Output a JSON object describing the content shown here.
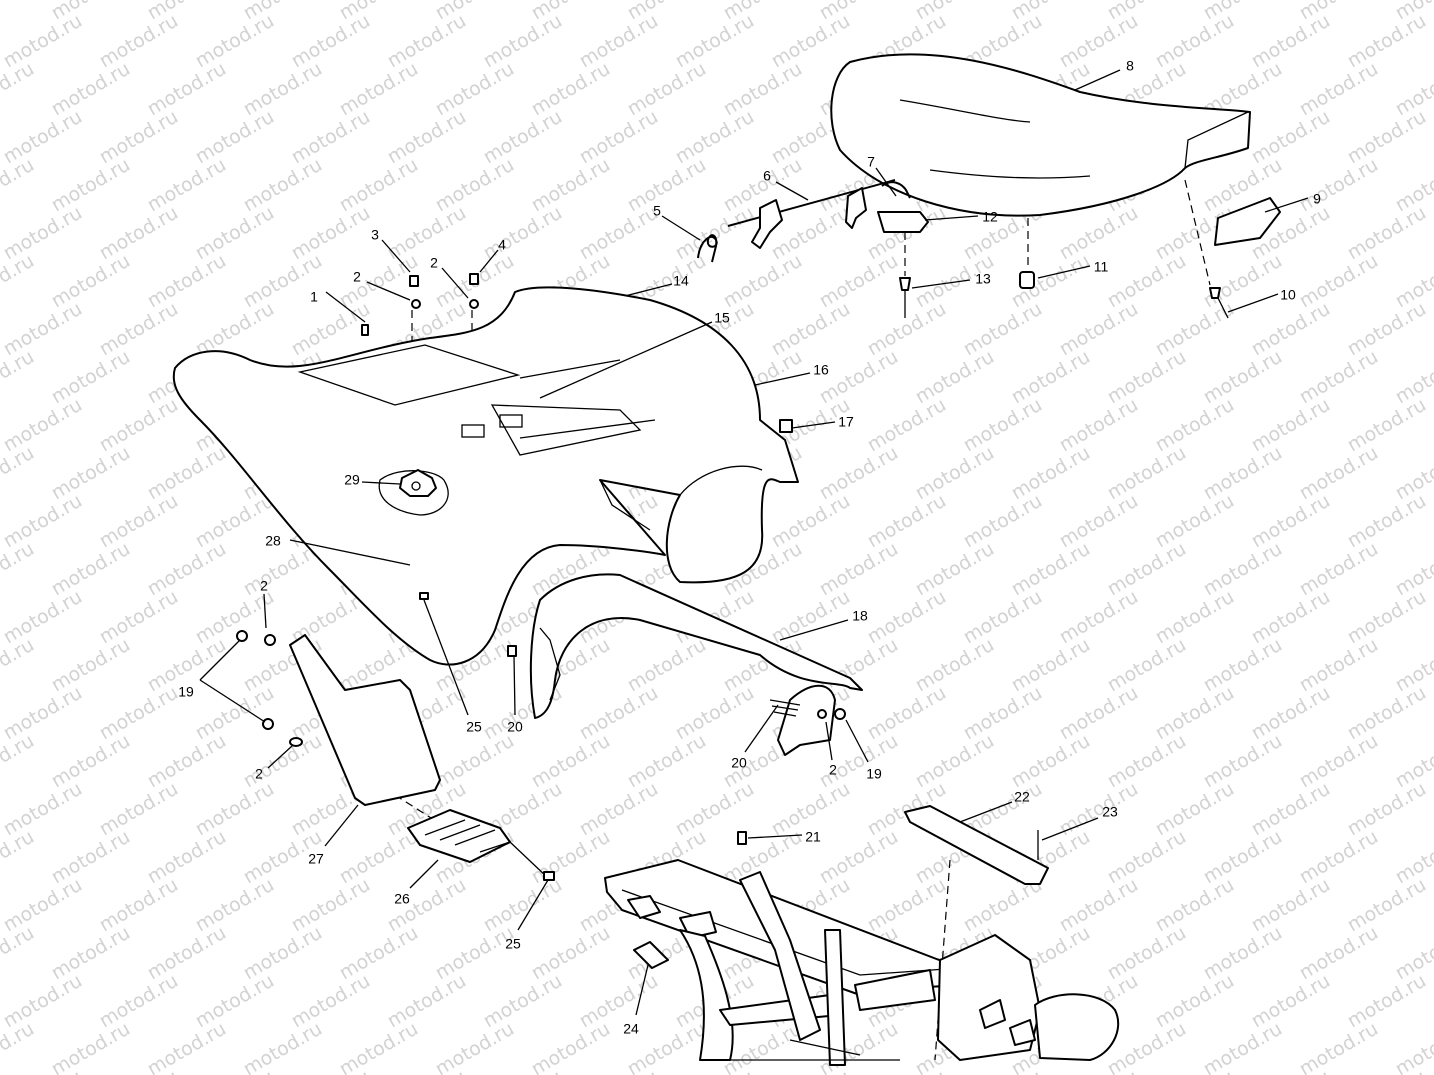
{
  "watermark": {
    "text": "motod.ru"
  },
  "callouts": [
    {
      "id": "c1",
      "label": "1"
    },
    {
      "id": "c2a",
      "label": "2"
    },
    {
      "id": "c2b",
      "label": "2"
    },
    {
      "id": "c2c",
      "label": "2"
    },
    {
      "id": "c2d",
      "label": "2"
    },
    {
      "id": "c2e",
      "label": "2"
    },
    {
      "id": "c3",
      "label": "3"
    },
    {
      "id": "c4",
      "label": "4"
    },
    {
      "id": "c5",
      "label": "5"
    },
    {
      "id": "c6",
      "label": "6"
    },
    {
      "id": "c7",
      "label": "7"
    },
    {
      "id": "c8",
      "label": "8"
    },
    {
      "id": "c9",
      "label": "9"
    },
    {
      "id": "c10",
      "label": "10"
    },
    {
      "id": "c11",
      "label": "11"
    },
    {
      "id": "c12",
      "label": "12"
    },
    {
      "id": "c13",
      "label": "13"
    },
    {
      "id": "c14",
      "label": "14"
    },
    {
      "id": "c15",
      "label": "15"
    },
    {
      "id": "c16",
      "label": "16"
    },
    {
      "id": "c17",
      "label": "17"
    },
    {
      "id": "c18",
      "label": "18"
    },
    {
      "id": "c19a",
      "label": "19"
    },
    {
      "id": "c19b",
      "label": "19"
    },
    {
      "id": "c20a",
      "label": "20"
    },
    {
      "id": "c20b",
      "label": "20"
    },
    {
      "id": "c21",
      "label": "21"
    },
    {
      "id": "c22",
      "label": "22"
    },
    {
      "id": "c23",
      "label": "23"
    },
    {
      "id": "c24",
      "label": "24"
    },
    {
      "id": "c25a",
      "label": "25"
    },
    {
      "id": "c25b",
      "label": "25"
    },
    {
      "id": "c26",
      "label": "26"
    },
    {
      "id": "c27",
      "label": "27"
    },
    {
      "id": "c28",
      "label": "28"
    },
    {
      "id": "c29",
      "label": "29"
    }
  ]
}
